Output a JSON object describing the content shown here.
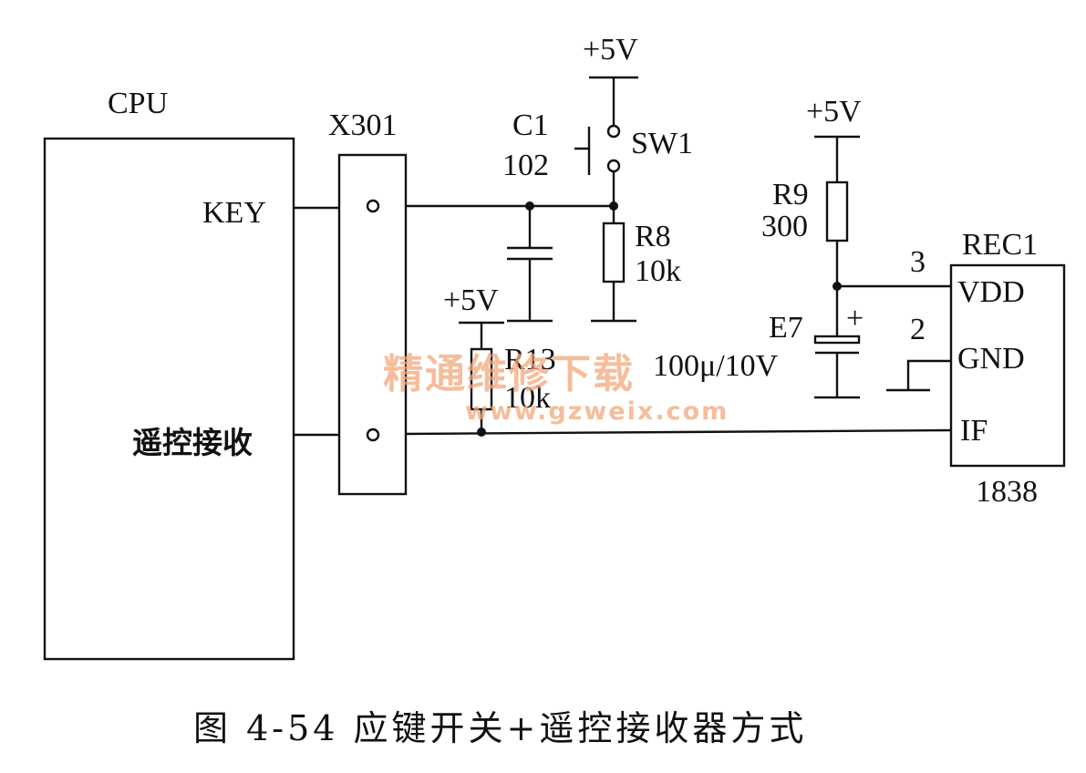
{
  "cpu": {
    "label": "CPU",
    "pin_key": "KEY",
    "pin_remote": "遥控接收"
  },
  "connector": {
    "label": "X301"
  },
  "c1": {
    "name": "C1",
    "value": "102"
  },
  "sw1": {
    "name": "SW1"
  },
  "r8": {
    "name": "R8",
    "value": "10k"
  },
  "r13": {
    "name": "R13",
    "value": "10k"
  },
  "r9": {
    "name": "R9",
    "value": "300"
  },
  "e7": {
    "name": "E7",
    "value": "100μ/10V",
    "polarity": "+"
  },
  "rec1": {
    "name": "REC1",
    "part": "1838",
    "pin_vdd": "VDD",
    "pin_gnd": "GND",
    "pin_if": "IF",
    "pin3": "3",
    "pin2": "2"
  },
  "supply": {
    "sw1": "+5V",
    "r9": "+5V",
    "r13": "+5V"
  },
  "watermark": {
    "cn": "精通维修下载",
    "url": "www.gzweix.com"
  },
  "caption": "图 4-54   应键开关+遥控接收器方式"
}
